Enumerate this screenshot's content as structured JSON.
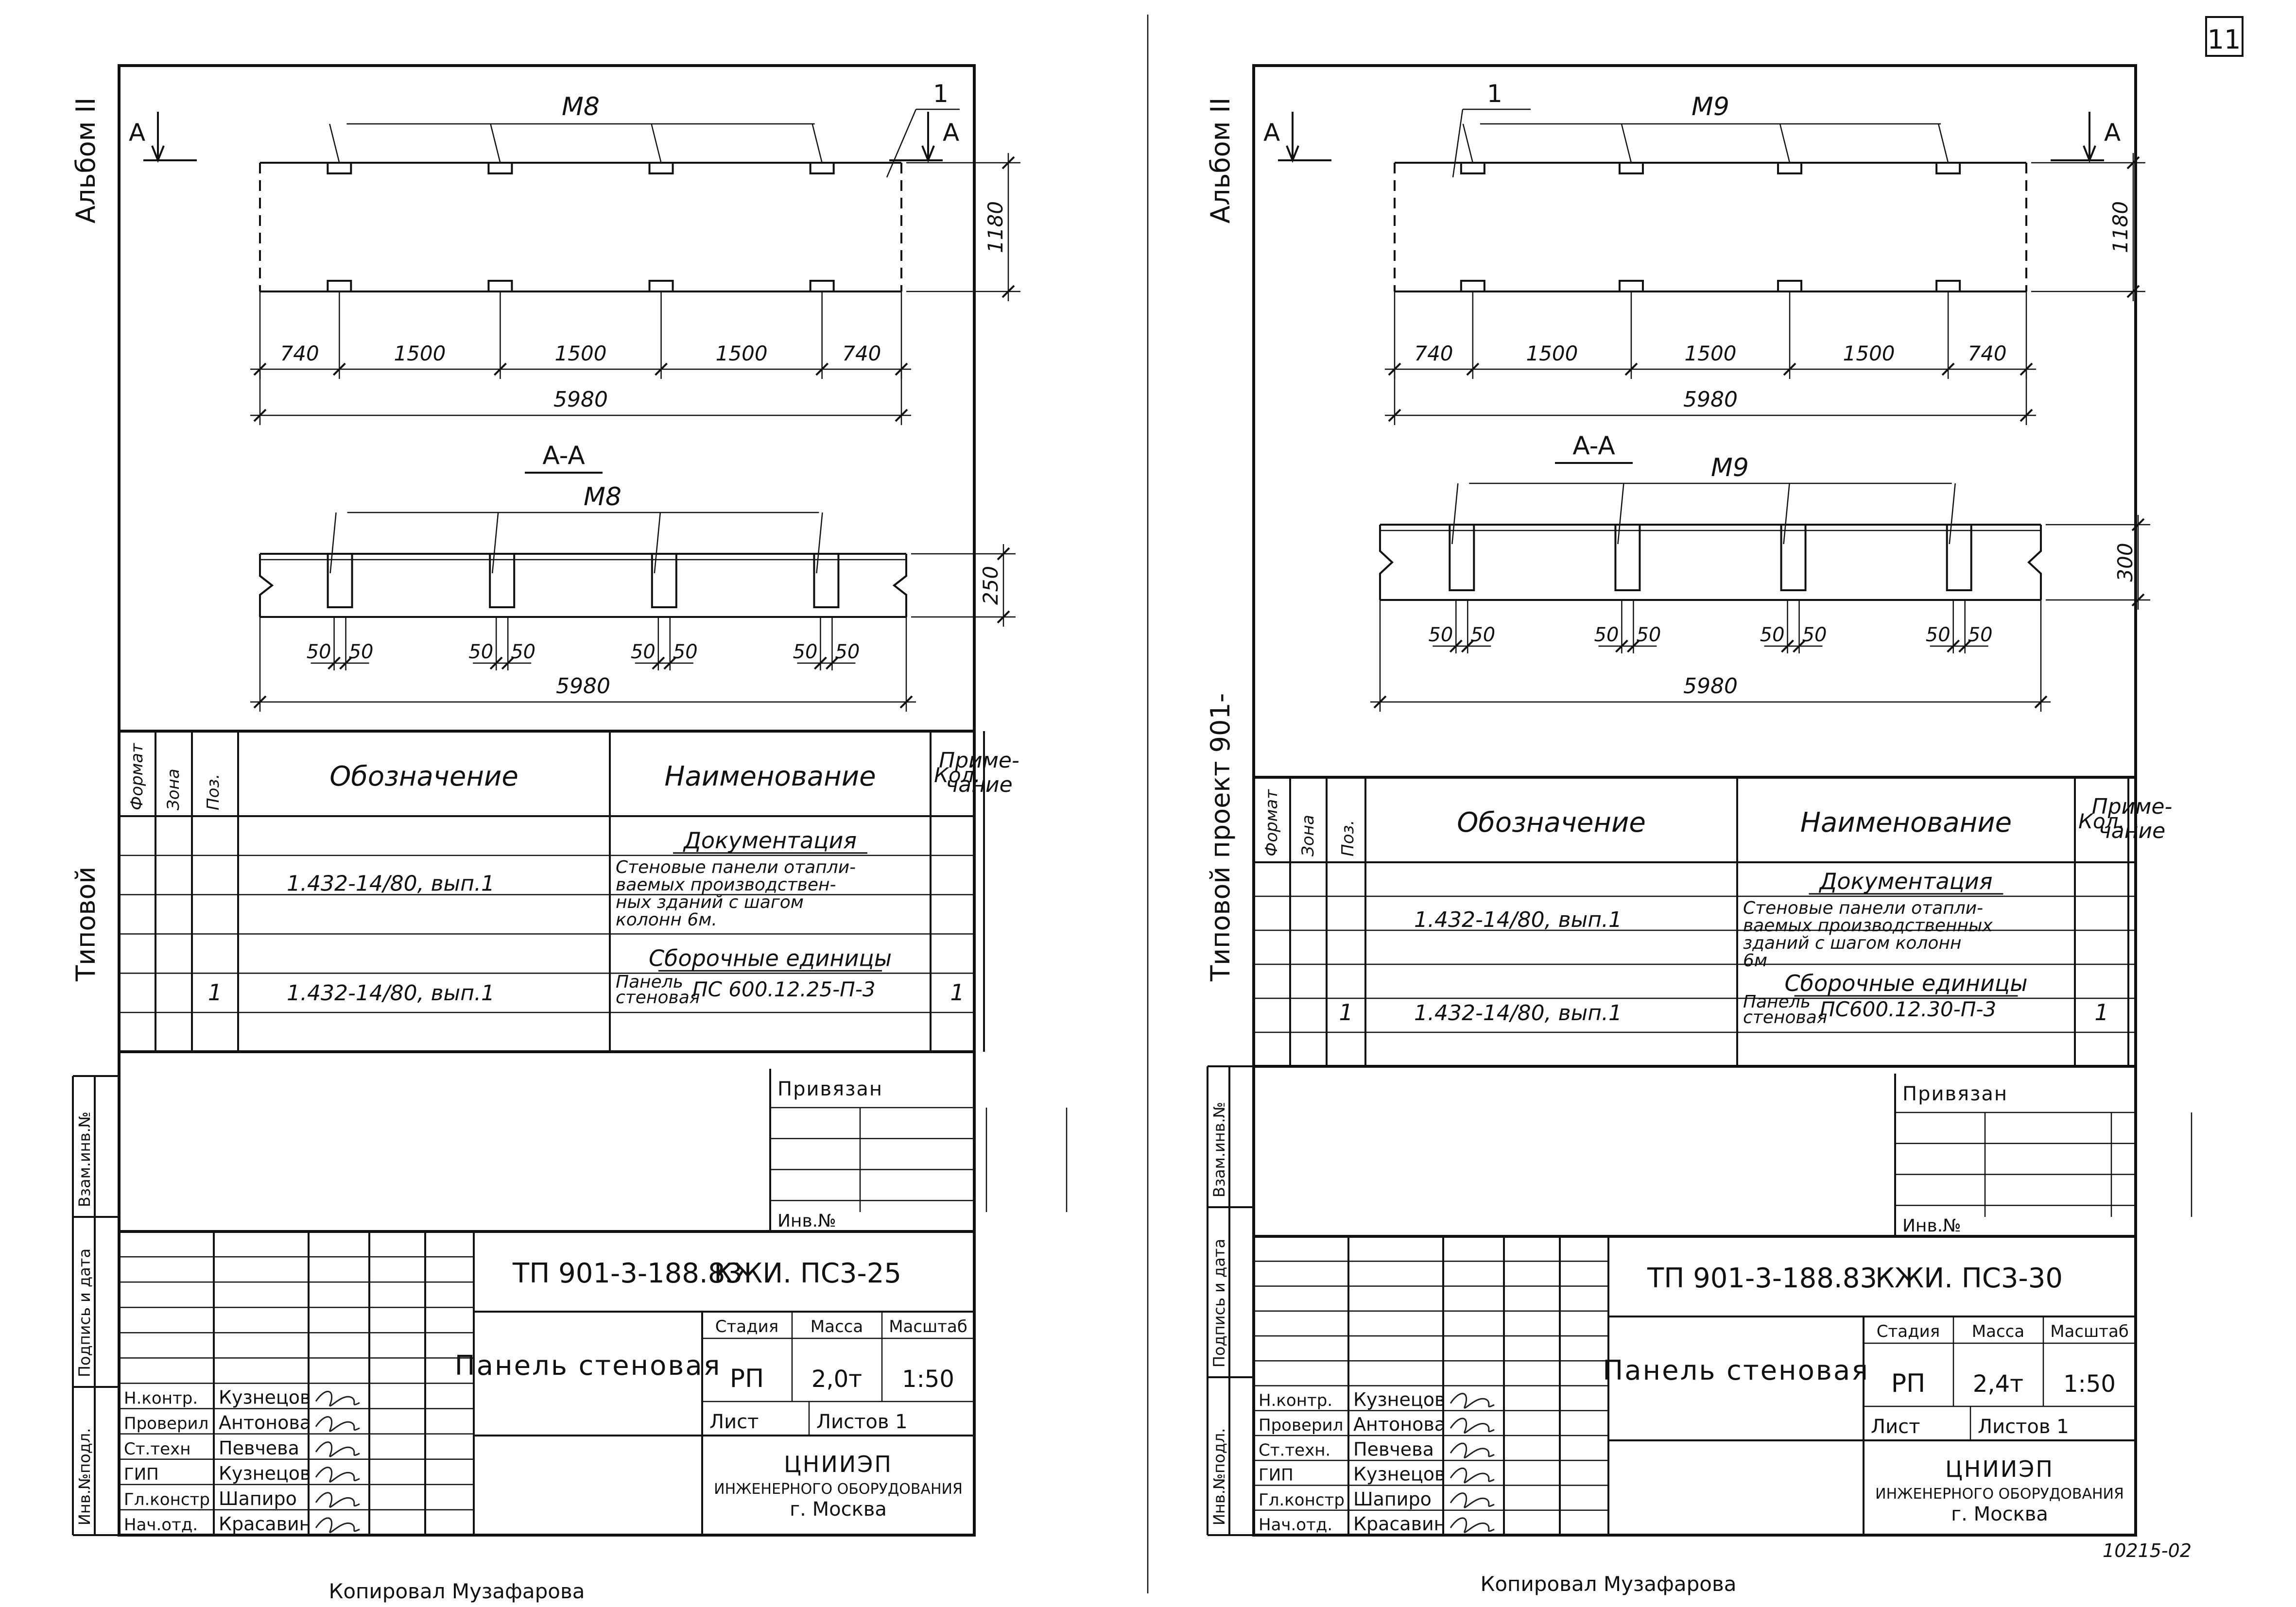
{
  "page_number": "11",
  "footer": {
    "copied_by": "Копировал Музафарова",
    "stamp_number": "10215-02"
  },
  "sheets": [
    {
      "id": "left",
      "album": "Альбом II",
      "project_label": "Типовой",
      "project_label_suffix": "проект 901-",
      "plan": {
        "mark": "M8",
        "section_marker": "A",
        "dims": [
          "740",
          "1500",
          "1500",
          "1500",
          "740"
        ],
        "total": "5980",
        "height": "1180",
        "pos": "1"
      },
      "section": {
        "title": "A-A",
        "mark": "M8",
        "height": "250",
        "total": "5980",
        "gap": "50"
      },
      "table": {
        "headers": {
          "format": "Формат",
          "zone": "Зона",
          "pos": "Поз.",
          "designation": "Обозначение",
          "name": "Наименование",
          "qty": "Кол.",
          "note": "Приме-\nчание"
        },
        "doc_title": "Документация",
        "doc_designation": "1.432-14/80, вып.1",
        "doc_name": [
          "Стеновые панели отапли-",
          "ваемых производствен-",
          "ных зданий с шагом",
          "колонн 6м."
        ],
        "asm_title": "Сборочные единицы",
        "row": {
          "pos": "1",
          "designation": "1.432-14/80, вып.1",
          "name_a": "Панель",
          "name_b": "стеновая",
          "name_code": "ПС 600.12.25-П-3",
          "qty": "1"
        }
      },
      "side": {
        "inv_repl": "Взам.инв.№",
        "sign_date": "Подпись и дата",
        "inv_orig": "Инв.№подл."
      },
      "title_block": {
        "bound": "Привязан",
        "inv_no": "Инв.№",
        "doc_code": "ТП 901-3-188.83",
        "sheet_code": "КЖИ. ПС3-25",
        "title": "Панель стеновая",
        "stage_h": "Стадия",
        "mass_h": "Масса",
        "scale_h": "Масштаб",
        "stage": "РП",
        "mass": "2,0т",
        "scale": "1:50",
        "sheet_h": "Лист",
        "sheets_h": "Листов 1",
        "org": [
          "ЦНИИЭП",
          "ИНЖЕНЕРНОГО ОБОРУДОВАНИЯ",
          "г. Москва"
        ],
        "staff": [
          {
            "role": "Н.контр.",
            "name": "Кузнецов"
          },
          {
            "role": "Проверил",
            "name": "Антонова"
          },
          {
            "role": "Ст.техн",
            "name": "Певчева"
          },
          {
            "role": "ГИП",
            "name": "Кузнецов"
          },
          {
            "role": "Гл.констр",
            "name": "Шапиро"
          },
          {
            "role": "Нач.отд.",
            "name": "Красавин"
          }
        ]
      }
    },
    {
      "id": "right",
      "album": "Альбом II",
      "project_label": "Типовой",
      "project_label_suffix": "проект 901-",
      "plan": {
        "mark": "M9",
        "section_marker": "A",
        "dims": [
          "740",
          "1500",
          "1500",
          "1500",
          "740"
        ],
        "total": "5980",
        "height": "1180",
        "pos": "1"
      },
      "section": {
        "title": "A-A",
        "mark": "M9",
        "height": "300",
        "total": "5980",
        "gap": "50"
      },
      "table": {
        "headers": {
          "format": "Формат",
          "zone": "Зона",
          "pos": "Поз.",
          "designation": "Обозначение",
          "name": "Наименование",
          "qty": "Кол.",
          "note": "Приме-\nчание"
        },
        "doc_title": "Документация",
        "doc_designation": "1.432-14/80, вып.1",
        "doc_name": [
          "Стеновые панели отапли-",
          "ваемых производственных",
          "зданий с шагом колонн",
          "6м"
        ],
        "asm_title": "Сборочные единицы",
        "row": {
          "pos": "1",
          "designation": "1.432-14/80, вып.1",
          "name_a": "Панель",
          "name_b": "стеновая",
          "name_code": "ПС600.12.30-П-3",
          "qty": "1"
        }
      },
      "side": {
        "inv_repl": "Взам.инв.№",
        "sign_date": "Подпись и дата",
        "inv_orig": "Инв.№подл."
      },
      "title_block": {
        "bound": "Привязан",
        "inv_no": "Инв.№",
        "doc_code": "ТП 901-3-188.83",
        "sheet_code": "КЖИ. ПС3-30",
        "title": "Панель стеновая",
        "stage_h": "Стадия",
        "mass_h": "Масса",
        "scale_h": "Масштаб",
        "stage": "РП",
        "mass": "2,4т",
        "scale": "1:50",
        "sheet_h": "Лист",
        "sheets_h": "Листов 1",
        "org": [
          "ЦНИИЭП",
          "ИНЖЕНЕРНОГО ОБОРУДОВАНИЯ",
          "г. Москва"
        ],
        "staff": [
          {
            "role": "Н.контр.",
            "name": "Кузнецов"
          },
          {
            "role": "Проверил",
            "name": "Антонова"
          },
          {
            "role": "Ст.техн.",
            "name": "Певчева"
          },
          {
            "role": "ГИП",
            "name": "Кузнецов"
          },
          {
            "role": "Гл.констр",
            "name": "Шапиро"
          },
          {
            "role": "Нач.отд.",
            "name": "Красавин"
          }
        ]
      }
    }
  ]
}
